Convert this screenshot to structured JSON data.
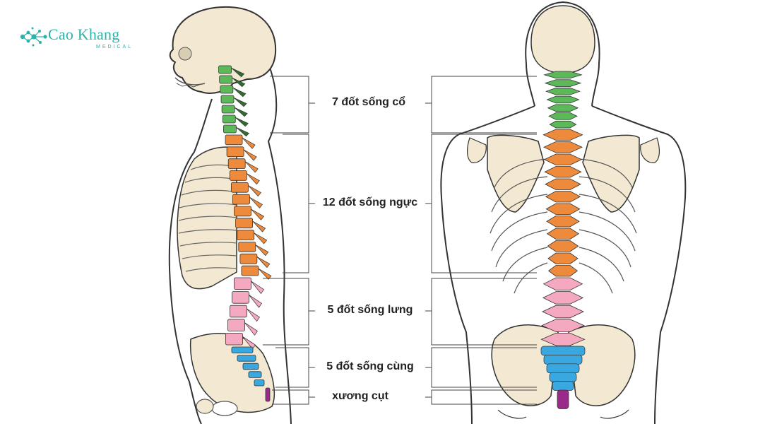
{
  "brand": {
    "name": "Cao Khang",
    "subtitle": "MEDICAL",
    "color": "#2bb3a9"
  },
  "regions": [
    {
      "id": "cervical",
      "label": "7 đốt sống cổ",
      "color": "#5db85a",
      "count": 7
    },
    {
      "id": "thoracic",
      "label": "12 đốt sống ngực",
      "color": "#ee8a3c",
      "count": 12
    },
    {
      "id": "lumbar",
      "label": "5 đốt sống lưng",
      "color": "#f4a9c0",
      "count": 5
    },
    {
      "id": "sacral",
      "label": "5 đốt sống cùng",
      "color": "#3aa8e0",
      "count": 5
    },
    {
      "id": "coccyx",
      "label": "xương cụt",
      "color": "#9a2a8a",
      "count": 1
    }
  ],
  "palette": {
    "bone": "#f3e9d2",
    "outline": "#333333",
    "bracket": "#444444"
  }
}
